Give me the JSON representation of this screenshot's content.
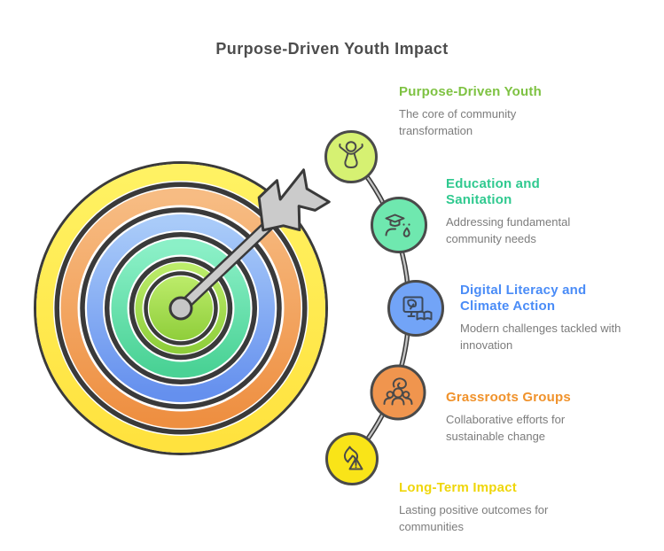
{
  "title": {
    "text": "Purpose-Driven Youth Impact",
    "color": "#4D4D4D"
  },
  "nodes": [
    {
      "title": "Purpose-Driven Youth",
      "description": "The core of community transformation",
      "title_color": "#7EC242",
      "circle_fill": "#D6F172",
      "icon": "child-raised-arms-icon"
    },
    {
      "title": "Education and Sanitation",
      "description": "Addressing fundamental community needs",
      "title_color": "#2FC98F",
      "circle_fill": "#6FE8AF",
      "icon": "graduation-sanitation-icon"
    },
    {
      "title": "Digital Literacy and Climate Action",
      "description": "Modern challenges tackled with innovation",
      "title_color": "#4A8CF7",
      "circle_fill": "#72A4F7",
      "icon": "digital-climate-icon"
    },
    {
      "title": "Grassroots Groups",
      "description": "Collaborative efforts for sustainable change",
      "title_color": "#F0922B",
      "circle_fill": "#F0954E",
      "icon": "grassroots-people-icon"
    },
    {
      "title": "Long-Term Impact",
      "description": "Lasting positive outcomes for communities",
      "title_color": "#EFD60A",
      "circle_fill": "#F9E418",
      "icon": "flame-warning-icon"
    }
  ],
  "target": {
    "ring_colors_outer_to_inner": [
      "#FFE94F",
      "#F2A259",
      "#84AEF3",
      "#67E2AC",
      "#A3DD4F"
    ],
    "outline_color": "#3A3A3A",
    "arrow_color": "#CBCBCB",
    "center_dot_color": "#C6C6C6"
  },
  "connector_color": "#C4C4C4"
}
